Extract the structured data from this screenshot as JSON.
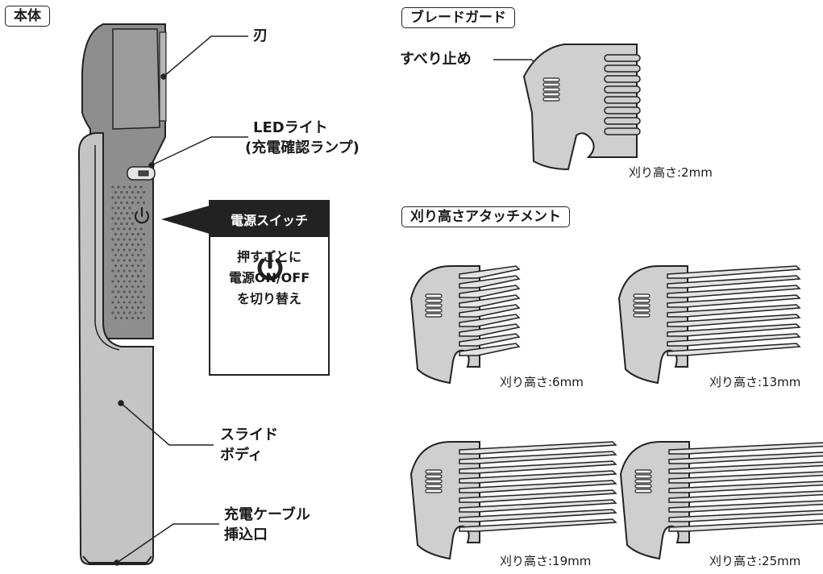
{
  "sections": {
    "body_title": "本体",
    "guard_title": "ブレードガード",
    "attachment_title": "刈り高さアタッチメント"
  },
  "labels": {
    "blade": "刃",
    "led_line1": "LEDライト",
    "led_line2": "(充電確認ランプ)",
    "slide_line1": "スライド",
    "slide_line2": "ボディ",
    "cable_line1": "充電ケーブル",
    "cable_line2": "挿込口",
    "non_slip": "すべり止め"
  },
  "power_callout": {
    "title": "電源スイッチ",
    "line1": "押すごとに",
    "line2": "電源ON/OFF",
    "line3": "を切り替え"
  },
  "cut_heights": {
    "guard": "刈り高さ:2mm",
    "h6": "刈り高さ:6mm",
    "h13": "刈り高さ:13mm",
    "h19": "刈り高さ:19mm",
    "h25": "刈り高さ:25mm"
  },
  "colors": {
    "device_dark": "#8e8e8e",
    "device_light": "#c4c4c4",
    "attachment": "#cfcfcf",
    "ink": "#222222"
  }
}
